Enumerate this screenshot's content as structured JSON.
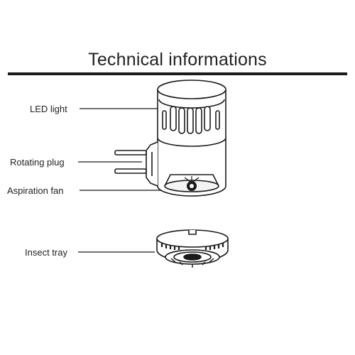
{
  "header": {
    "title": "Technical informations"
  },
  "labels": {
    "led_light": "LED light",
    "rotating_plug": "Rotating plug",
    "aspiration_fan": "Aspiration fan",
    "insect_tray": "Insect tray"
  },
  "colors": {
    "ink": "#1a1a1a",
    "text": "#222222",
    "background": "#ffffff"
  }
}
